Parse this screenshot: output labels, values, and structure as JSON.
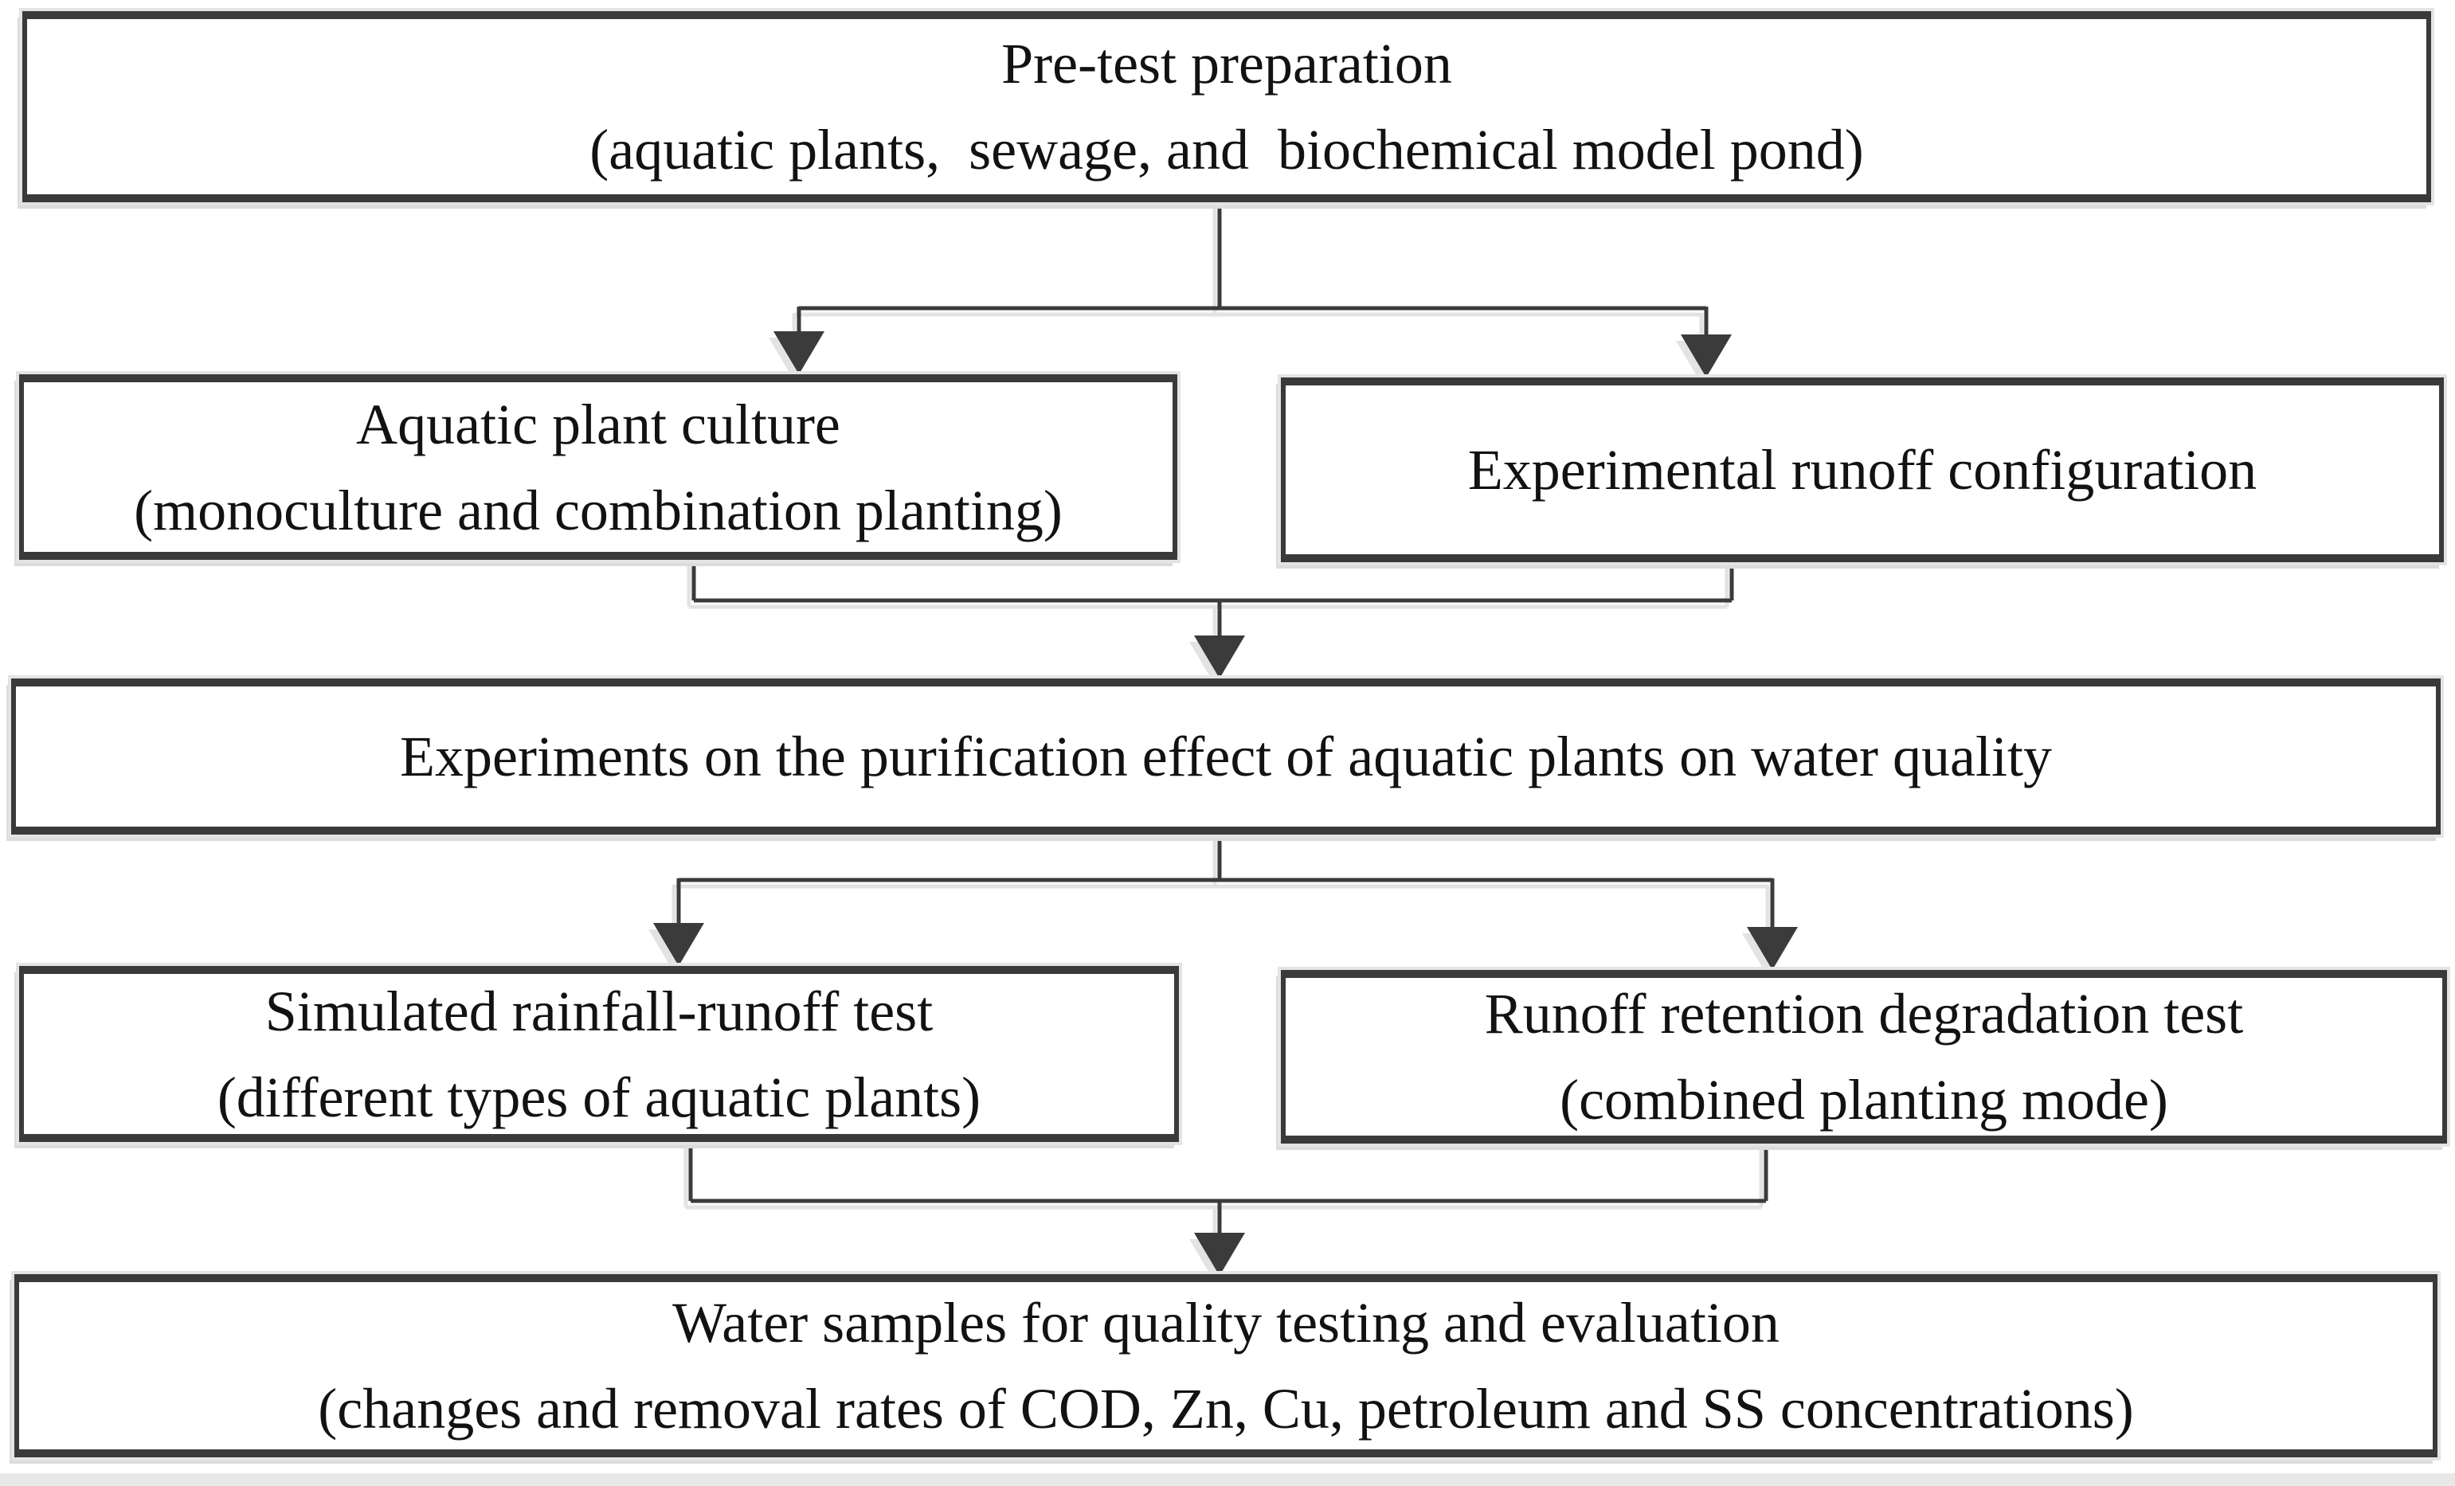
{
  "figure": {
    "type": "flowchart",
    "background": "#ffffff",
    "box_fill": "#ffffff",
    "border_color": "#3a3a3a",
    "line_color": "#3b3b3b",
    "text_color": "#121212",
    "shadow_color": "#dcdcdc"
  },
  "nodes": {
    "pretest": {
      "line1": "Pre-test preparation",
      "line2": "(aquatic plants,  sewage, and  biochemical model pond)"
    },
    "plant_culture": {
      "line1": "Aquatic plant culture",
      "line2": "(monoculture and combination planting)"
    },
    "runoff_config": {
      "line1": "Experimental runoff configuration"
    },
    "experiments": {
      "line1": "Experiments on the purification effect of aquatic plants on water quality"
    },
    "rainfall_test": {
      "line1": "Simulated rainfall-runoff test",
      "line2": "(different types of aquatic plants)"
    },
    "retention_test": {
      "line1": "Runoff retention degradation test",
      "line2": "(combined planting mode)"
    },
    "water_samples": {
      "line1": "Water samples for quality testing and evaluation",
      "line2": "(changes and removal rates of COD, Zn, Cu, petroleum and SS concentrations)"
    }
  },
  "edges": [
    {
      "from": "pretest",
      "to": "plant_culture"
    },
    {
      "from": "pretest",
      "to": "runoff_config"
    },
    {
      "from": "plant_culture",
      "to": "experiments"
    },
    {
      "from": "runoff_config",
      "to": "experiments"
    },
    {
      "from": "experiments",
      "to": "rainfall_test"
    },
    {
      "from": "experiments",
      "to": "retention_test"
    },
    {
      "from": "rainfall_test",
      "to": "water_samples"
    },
    {
      "from": "retention_test",
      "to": "water_samples"
    }
  ]
}
